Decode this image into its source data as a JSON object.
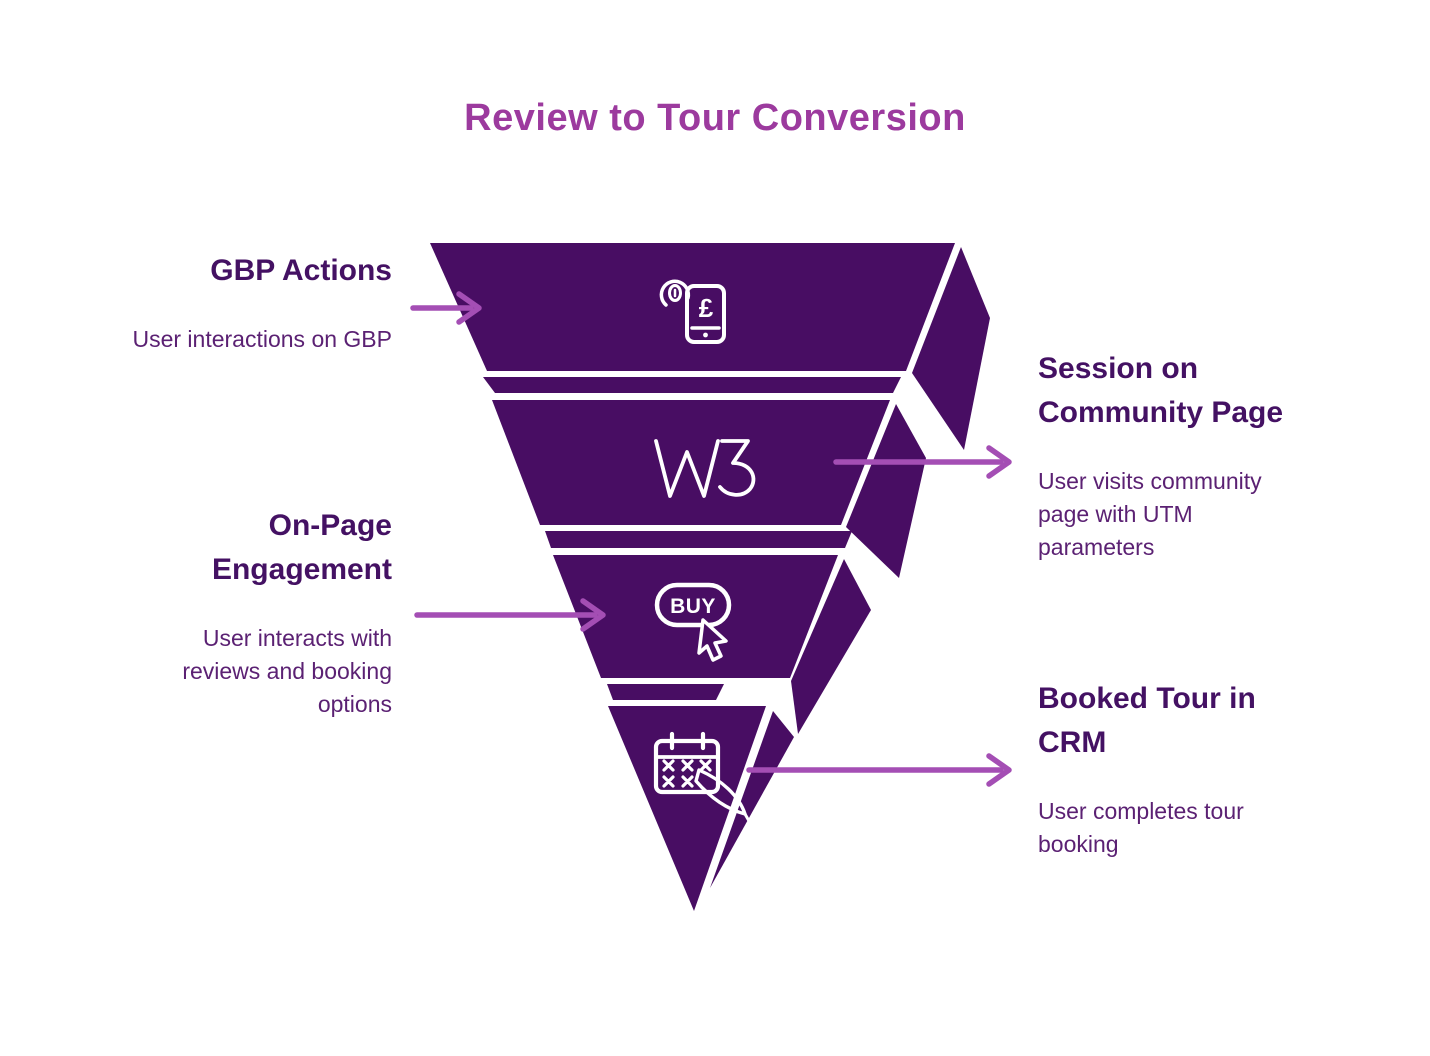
{
  "title": "Review to Tour Conversion",
  "colors": {
    "background": "#ffffff",
    "funnel": "#480D63",
    "title-text": "#9C3A9E",
    "heading-text": "#441163",
    "body-text": "#5B2173",
    "arrow": "#A44EB4",
    "icon": "#ffffff"
  },
  "stages": [
    {
      "name": "GBP Actions",
      "side": "left",
      "tier": 1,
      "heading_lines": [
        "GBP Actions"
      ],
      "description_lines": [
        "User interactions on GBP"
      ],
      "icon": "fingerprint-phone-pound-icon",
      "icon_text": "£"
    },
    {
      "name": "Session on Community Page",
      "side": "right",
      "tier": 2,
      "heading_lines": [
        "Session on",
        "Community Page"
      ],
      "description_lines": [
        "User visits community",
        "page with UTM",
        "parameters"
      ],
      "icon": "w3-logo-icon",
      "icon_text": "W3"
    },
    {
      "name": "On-Page Engagement",
      "side": "left",
      "tier": 3,
      "heading_lines": [
        "On-Page",
        "Engagement"
      ],
      "description_lines": [
        "User interacts with",
        "reviews and booking",
        "options"
      ],
      "icon": "buy-button-cursor-icon",
      "icon_text": "BUY"
    },
    {
      "name": "Booked Tour in CRM",
      "side": "right",
      "tier": 4,
      "heading_lines": [
        "Booked Tour in",
        "CRM"
      ],
      "description_lines": [
        "User completes tour",
        "booking"
      ],
      "icon": "calendar-booking-icon",
      "icon_text": ""
    }
  ]
}
